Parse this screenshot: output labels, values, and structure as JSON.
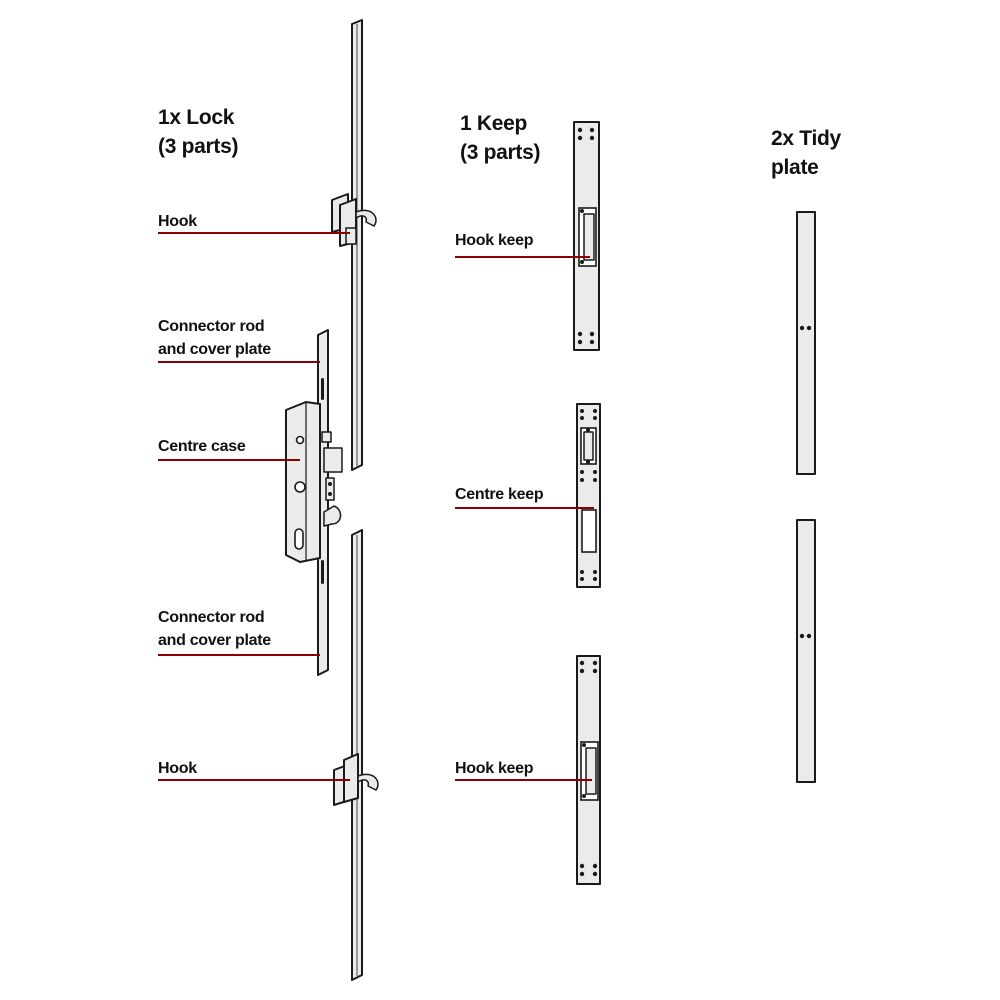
{
  "headings": {
    "lock_line1": "1x Lock",
    "lock_line2": "(3 parts)",
    "keep_line1": "1 Keep",
    "keep_line2": "(3 parts)",
    "tidy_line1": "2x Tidy",
    "tidy_line2": "plate"
  },
  "labels": {
    "hook_top": "Hook",
    "connector_top_line1": "Connector rod",
    "connector_top_line2": "and cover plate",
    "centre_case": "Centre case",
    "connector_bottom_line1": "Connector rod",
    "connector_bottom_line2": "and cover plate",
    "hook_bottom": "Hook",
    "hook_keep_top": "Hook keep",
    "centre_keep": "Centre keep",
    "hook_keep_bottom": "Hook keep"
  },
  "colors": {
    "leader_line": "#8b0000",
    "outline": "#1a1a1a",
    "part_fill": "#ebebeb",
    "text": "#111111"
  }
}
